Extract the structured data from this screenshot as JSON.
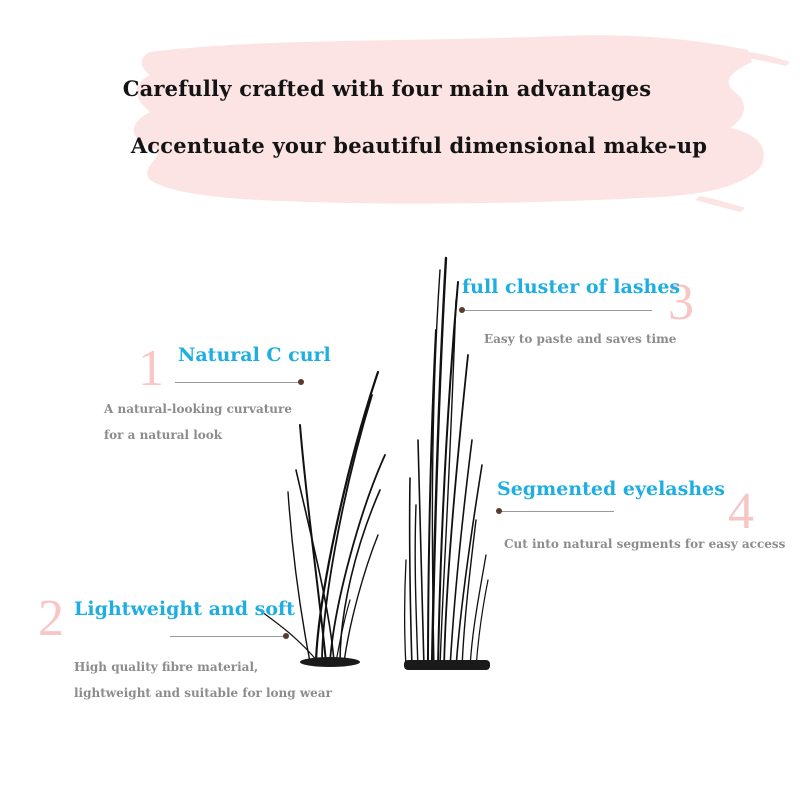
{
  "banner": {
    "line1": "Carefully crafted with four main advantages",
    "line2": "Accentuate your beautiful dimensional make-up",
    "color": "#fce4e4"
  },
  "features": [
    {
      "number": "1",
      "title": "Natural C curl",
      "desc": [
        "A natural-looking curvature",
        "for a natural look"
      ]
    },
    {
      "number": "2",
      "title": "Lightweight and soft",
      "desc": [
        "High quality fibre material,",
        "lightweight and suitable for long wear"
      ]
    },
    {
      "number": "3",
      "title": "full cluster of lashes",
      "desc": [
        "Easy to paste and saves time"
      ]
    },
    {
      "number": "4",
      "title": "Segmented eyelashes",
      "desc": [
        "Cut into natural segments for easy access"
      ]
    }
  ],
  "colors": {
    "accent": "#1eaee2",
    "number": "#f7c6c6",
    "desc": "#8c8c8c",
    "lash": "#111111"
  }
}
